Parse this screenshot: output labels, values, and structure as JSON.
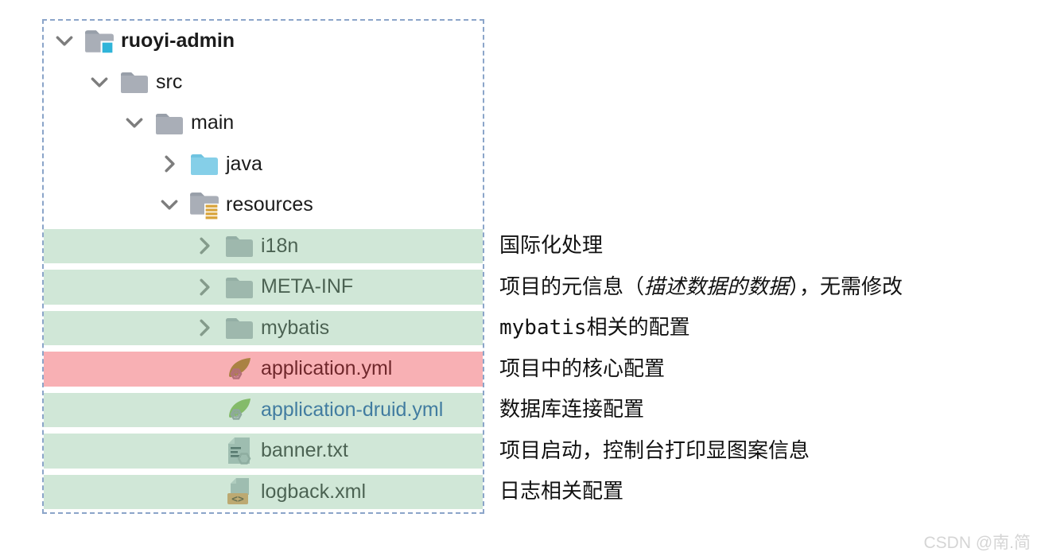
{
  "watermark": "CSDN @南.简",
  "colors": {
    "highlight_green": "#d2e7d9",
    "highlight_pink": "#f8b0b4",
    "modified_file_blue": "#0a47a0",
    "dashed_border_blue": "#8ba5c9",
    "folder_gray": "#a9aeb7",
    "java_folder_blue": "#85cfe8",
    "resources_lines_gold": "#d9a53d",
    "module_square_cyan": "#2fb4d9",
    "spring_leaf_green": "#7db343",
    "xml_badge_orange": "#dd9550"
  },
  "tree": {
    "rows": [
      {
        "label": "ruoyi-admin",
        "level": 0,
        "chevron": "chevron-down-icon",
        "icon": "module-folder-icon",
        "highlight": null,
        "bold": true
      },
      {
        "label": "src",
        "level": 1,
        "chevron": "chevron-down-icon",
        "icon": "folder-icon",
        "highlight": null
      },
      {
        "label": "main",
        "level": 2,
        "chevron": "chevron-down-icon",
        "icon": "folder-icon",
        "highlight": null
      },
      {
        "label": "java",
        "level": 3,
        "chevron": "chevron-right-icon",
        "icon": "sources-folder-icon",
        "highlight": null
      },
      {
        "label": "resources",
        "level": 3,
        "chevron": "chevron-down-icon",
        "icon": "resources-folder-icon",
        "highlight": null
      },
      {
        "label": "i18n",
        "level": 4,
        "chevron": "chevron-right-icon",
        "icon": "folder-icon",
        "highlight": "green"
      },
      {
        "label": "META-INF",
        "level": 4,
        "chevron": "chevron-right-icon",
        "icon": "folder-icon",
        "highlight": "green"
      },
      {
        "label": "mybatis",
        "level": 4,
        "chevron": "chevron-right-icon",
        "icon": "folder-icon",
        "highlight": "green"
      },
      {
        "label": "application.yml",
        "level": 4,
        "chevron": null,
        "icon": "spring-config-icon",
        "highlight": "pink"
      },
      {
        "label": "application-druid.yml",
        "level": 4,
        "chevron": null,
        "icon": "spring-config-icon",
        "highlight": "green",
        "text_color": "blue"
      },
      {
        "label": "banner.txt",
        "level": 4,
        "chevron": null,
        "icon": "text-file-icon",
        "highlight": "green"
      },
      {
        "label": "logback.xml",
        "level": 4,
        "chevron": null,
        "icon": "xml-file-icon",
        "highlight": "green"
      }
    ]
  },
  "annotations": [
    {
      "for": "i18n",
      "text": "国际化处理"
    },
    {
      "for": "META-INF",
      "text_before": "项目的元信息（",
      "text_italic": "描述数据的数据",
      "text_after": "），无需修改"
    },
    {
      "for": "mybatis",
      "text_mono": "mybatis",
      "text": "相关的配置"
    },
    {
      "for": "application.yml",
      "text": "项目中的核心配置"
    },
    {
      "for": "application-druid.yml",
      "text": "数据库连接配置"
    },
    {
      "for": "banner.txt",
      "text": "项目启动，控制台打印显图案信息"
    },
    {
      "for": "logback.xml",
      "text": "日志相关配置"
    }
  ]
}
